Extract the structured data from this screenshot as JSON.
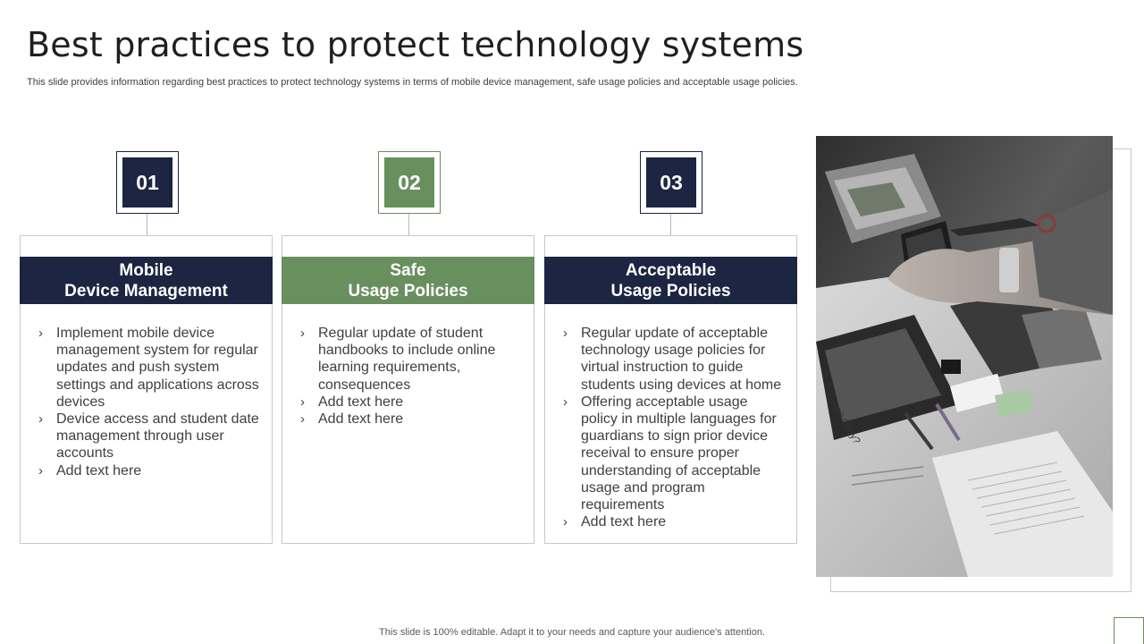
{
  "slide": {
    "title": "Best practices to protect technology systems",
    "subtitle": "This slide provides information regarding best practices to protect technology systems in terms of mobile device management, safe usage policies and acceptable usage policies.",
    "footer": "This slide is 100% editable. Adapt it to your needs and capture your audience's attention."
  },
  "colors": {
    "navy": "#1c2541",
    "green": "#6a8f5f",
    "border": "#c9c9c9"
  },
  "cards": [
    {
      "number": "01",
      "heading_line1": "Mobile",
      "heading_line2": "Device Management",
      "items": [
        "Implement mobile device management system for regular updates and push system settings and applications across devices",
        "Device access and student date management through user accounts",
        "Add text here"
      ]
    },
    {
      "number": "02",
      "heading_line1": "Safe",
      "heading_line2": "Usage Policies",
      "items": [
        "Regular update of student handbooks to include online learning requirements, consequences",
        "Add text here",
        "Add text here"
      ]
    },
    {
      "number": "03",
      "heading_line1": "Acceptable",
      "heading_line2": "Usage Policies",
      "items": [
        "Regular update of acceptable technology usage policies for virtual instruction to guide students using devices at home",
        "Offering acceptable usage policy in multiple languages for guardians to sign prior device receival to ensure proper understanding of acceptable usage and program requirements",
        "Add text here"
      ]
    }
  ],
  "bullet_glyph": "›",
  "photo": {
    "page_text": "Co go ciesy?"
  }
}
